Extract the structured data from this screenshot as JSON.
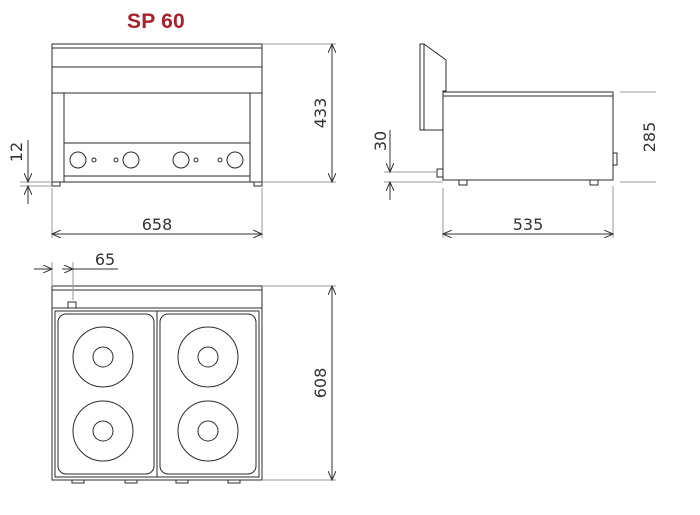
{
  "model": "SP 60",
  "colors": {
    "title": "#a8202b",
    "lines": "#2b2b2b"
  },
  "dimensions": {
    "front_width": "658",
    "front_height": "433",
    "foot_height": "12",
    "side_depth": "535",
    "side_height": "285",
    "side_offset": "30",
    "top_depth": "608",
    "top_offset": "65"
  }
}
